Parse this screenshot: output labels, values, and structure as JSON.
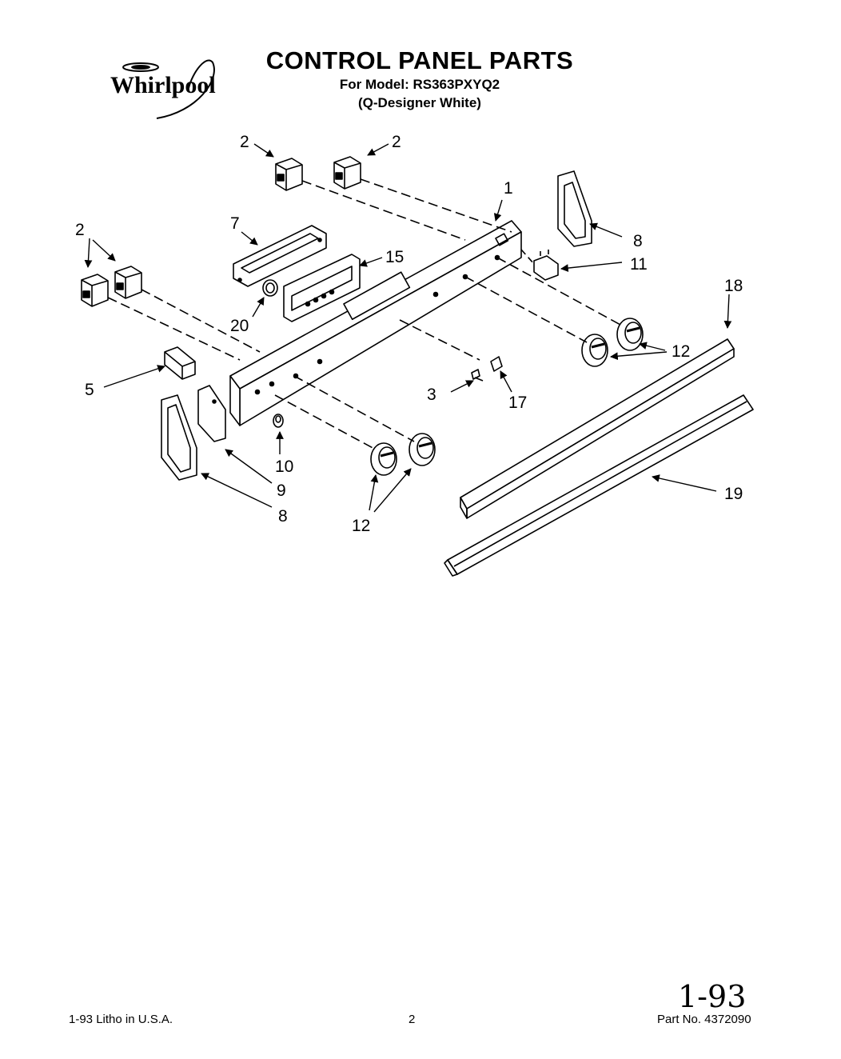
{
  "header": {
    "brand": "Whirlpool",
    "title": "CONTROL PANEL PARTS",
    "model_line": "For Model: RS363PXYQ2",
    "color_line": "(Q-Designer White)"
  },
  "callouts": {
    "c1": "1",
    "c2a": "2",
    "c2b": "2",
    "c2c": "2",
    "c3": "3",
    "c5": "5",
    "c7": "7",
    "c8a": "8",
    "c8b": "8",
    "c9": "9",
    "c10": "10",
    "c11": "11",
    "c12a": "12",
    "c12b": "12",
    "c15": "15",
    "c17": "17",
    "c18": "18",
    "c19": "19",
    "c20": "20"
  },
  "footer": {
    "litho": "1-93 Litho in U.S.A.",
    "page": "2",
    "part_no": "Part No. 4372090",
    "handwritten": "1-93"
  }
}
